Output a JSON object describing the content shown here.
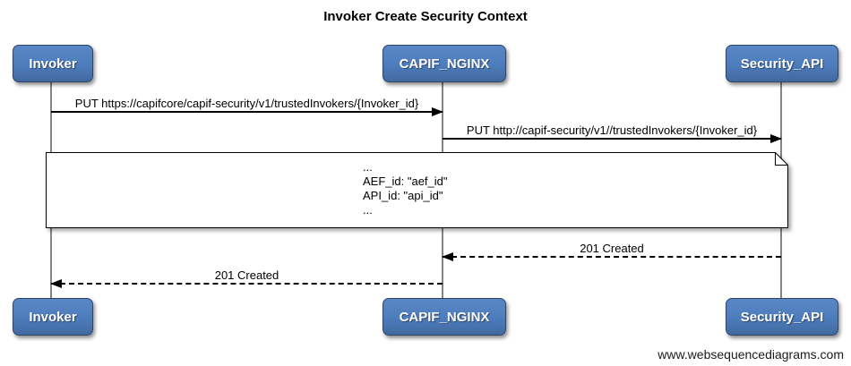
{
  "title": "Invoker Create Security Context",
  "footer": "www.websequencediagrams.com",
  "colors": {
    "actor_fill": "#4d7cbc",
    "actor_border": "#2e4468",
    "lifeline": "#848484",
    "note_fill": "#ffffff",
    "line": "#000000"
  },
  "actors": [
    {
      "id": "invoker",
      "label": "Invoker"
    },
    {
      "id": "capif_nginx",
      "label": "CAPIF_NGINX"
    },
    {
      "id": "security_api",
      "label": "Security_API"
    }
  ],
  "messages": [
    {
      "from": "Invoker",
      "to": "CAPIF_NGINX",
      "style": "solid",
      "label": "PUT https://capifcore/capif-security/v1/trustedInvokers/{Invoker_id}"
    },
    {
      "from": "CAPIF_NGINX",
      "to": "Security_API",
      "style": "solid",
      "label": "PUT http://capif-security/v1//trustedInvokers/{Invoker_id}"
    },
    {
      "from": "Security_API",
      "to": "CAPIF_NGINX",
      "style": "dashed",
      "label": "201 Created"
    },
    {
      "from": "CAPIF_NGINX",
      "to": "Invoker",
      "style": "dashed",
      "label": "201 Created"
    }
  ],
  "note": {
    "lines": [
      "...",
      "AEF_id: \"aef_id\"",
      "API_id: \"api_id\"",
      "..."
    ]
  }
}
